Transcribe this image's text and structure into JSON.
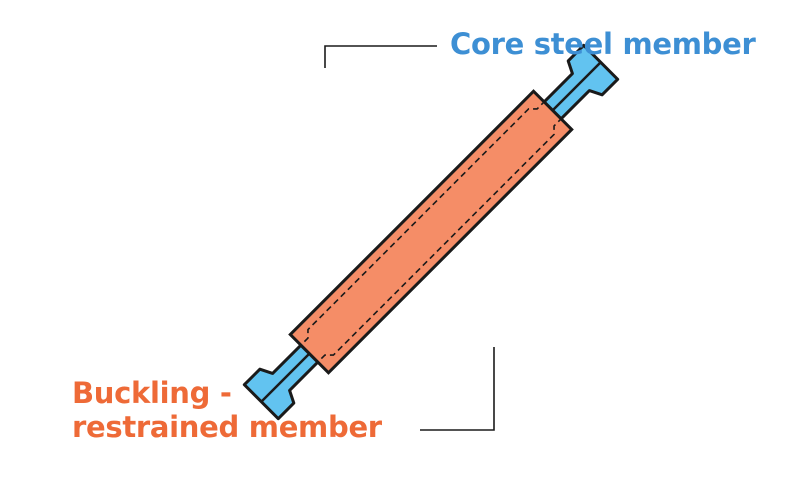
{
  "labels": {
    "core_steel_member": "Core steel  member",
    "buckling_restrained_member_line1": "Buckling -",
    "buckling_restrained_member_line2": "restrained  member"
  },
  "colors": {
    "core_fill": "#62c3f0",
    "core_label": "#3d8fd4",
    "restrainer_fill": "#f58d67",
    "restrainer_label": "#ee6a37",
    "outline": "#1a1a1a"
  }
}
